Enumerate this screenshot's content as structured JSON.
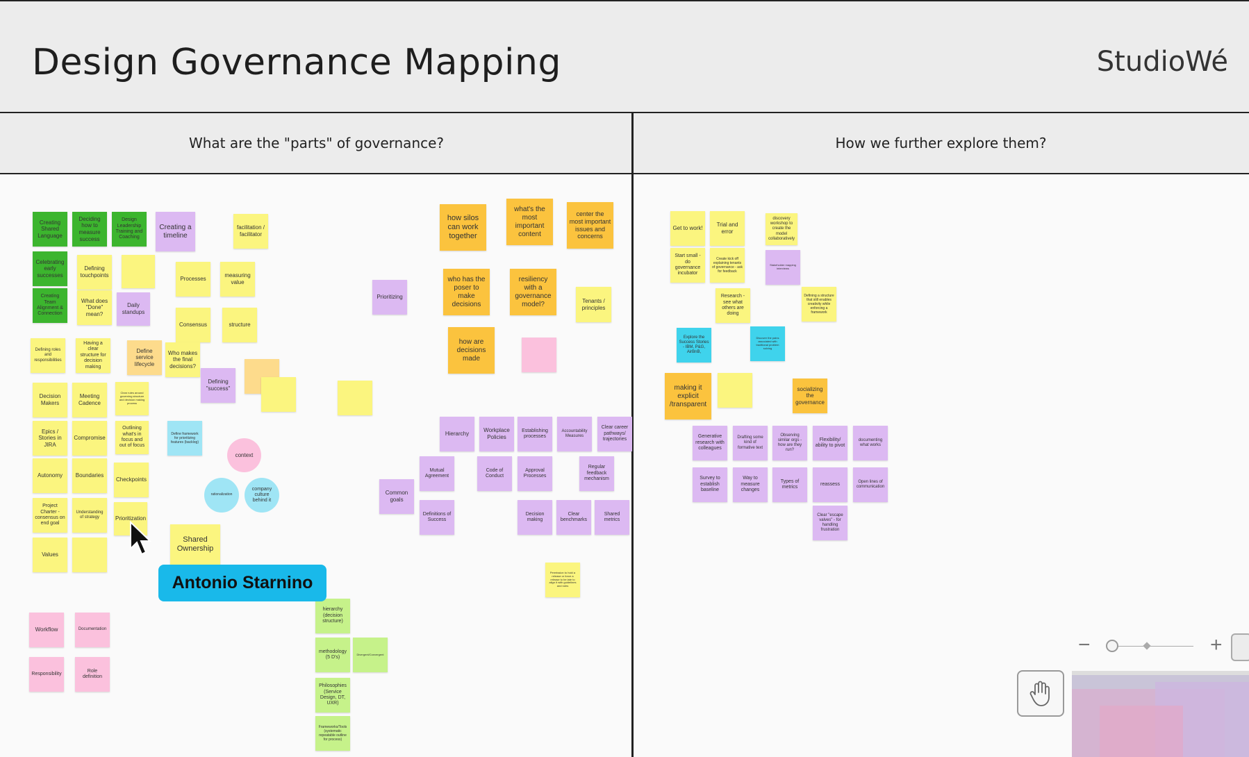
{
  "header": {
    "title": "Design Governance Mapping",
    "logo": "StudioWé"
  },
  "columns": [
    {
      "title": "What are the \"parts\" of governance?"
    },
    {
      "title": "How we further explore them?"
    }
  ],
  "colors": {
    "green": "#3cb52e",
    "yellow": "#fbf57f",
    "purple": "#dcb9f2",
    "orange": "#fbc33e",
    "light_orange": "#fddb8c",
    "pink": "#fbc1dd",
    "cyan": "#3fd3ec",
    "lime": "#c6f28a",
    "light_blue": "#9fe5f5",
    "collaborator": "#19b9ea"
  },
  "notes": [
    {
      "text": "Creating Shared Language",
      "color": "green",
      "size": 8
    },
    {
      "text": "Deciding how to measure success",
      "color": "green",
      "size": 8
    },
    {
      "text": "Design Leadership Training and Coaching",
      "color": "green",
      "size": 7
    },
    {
      "text": "Creating a timeline",
      "color": "purple",
      "size": 10
    },
    {
      "text": "facilitation / facilitator",
      "color": "yellow",
      "size": 8
    },
    {
      "text": "Celebrating early successes",
      "color": "green",
      "size": 8
    },
    {
      "text": "Defining touchpoints",
      "color": "yellow",
      "size": 8
    },
    {
      "text": "",
      "color": "yellow",
      "size": 8
    },
    {
      "text": "Processes",
      "color": "yellow",
      "size": 8
    },
    {
      "text": "measuring value",
      "color": "yellow",
      "size": 8
    },
    {
      "text": "Creating Team Alignment & Connection",
      "color": "green",
      "size": 7
    },
    {
      "text": "What does \"Done\" mean?",
      "color": "yellow",
      "size": 8
    },
    {
      "text": "Daily standups",
      "color": "purple",
      "size": 8
    },
    {
      "text": "Consensus",
      "color": "yellow",
      "size": 8
    },
    {
      "text": "structure",
      "color": "yellow",
      "size": 8
    },
    {
      "text": "Defining roles and responsibilities",
      "color": "yellow",
      "size": 6
    },
    {
      "text": "Having a clear structure for decision making",
      "color": "yellow",
      "size": 7
    },
    {
      "text": "Define service lifecycle",
      "color": "light_orange",
      "size": 8
    },
    {
      "text": "Who makes the final decisions?",
      "color": "yellow",
      "size": 8
    },
    {
      "text": "Defining \"success\"",
      "color": "purple",
      "size": 8
    },
    {
      "text": "",
      "color": "light_orange",
      "size": 8
    },
    {
      "text": "",
      "color": "yellow",
      "size": 8
    },
    {
      "text": "Decision Makers",
      "color": "yellow",
      "size": 8
    },
    {
      "text": "Meeting Cadence",
      "color": "yellow",
      "size": 8
    },
    {
      "text": "Clear rules around governing structure and decision making process",
      "color": "yellow",
      "size": 4
    },
    {
      "text": "Epics / Stories in JIRA",
      "color": "yellow",
      "size": 8
    },
    {
      "text": "Compromise",
      "color": "yellow",
      "size": 8
    },
    {
      "text": "Outlining what's in focus and out of focus",
      "color": "yellow",
      "size": 7
    },
    {
      "text": "Define framework for prioritizing features (backlog)",
      "color": "light_blue",
      "size": 5
    },
    {
      "text": "Autonomy",
      "color": "yellow",
      "size": 8
    },
    {
      "text": "Boundaries",
      "color": "yellow",
      "size": 8
    },
    {
      "text": "Checkpoints",
      "color": "yellow",
      "size": 8
    },
    {
      "text": "Project Charter - consensus on end goal",
      "color": "yellow",
      "size": 7
    },
    {
      "text": "Understanding of strategy",
      "color": "yellow",
      "size": 6
    },
    {
      "text": "Prioritization",
      "color": "yellow",
      "size": 8
    },
    {
      "text": "Shared Ownership",
      "color": "yellow",
      "size": 11
    },
    {
      "text": "Values",
      "color": "yellow",
      "size": 8
    },
    {
      "text": "",
      "color": "yellow",
      "size": 8
    },
    {
      "text": "",
      "color": "yellow",
      "size": 8
    },
    {
      "text": "Prioritizing",
      "color": "purple",
      "size": 8
    },
    {
      "text": "how silos can work together",
      "color": "orange",
      "size": 11
    },
    {
      "text": "what's the most important content",
      "color": "orange",
      "size": 10
    },
    {
      "text": "center the most important issues and concerns",
      "color": "orange",
      "size": 9
    },
    {
      "text": "who has the poser to make decisions",
      "color": "orange",
      "size": 10
    },
    {
      "text": "resiliency with a governance model?",
      "color": "orange",
      "size": 10
    },
    {
      "text": "Tenants / principles",
      "color": "yellow",
      "size": 8
    },
    {
      "text": "how are decisions made",
      "color": "orange",
      "size": 10
    },
    {
      "text": "",
      "color": "pink",
      "size": 8
    },
    {
      "text": "Hierarchy",
      "color": "purple",
      "size": 8
    },
    {
      "text": "Workplace Policies",
      "color": "purple",
      "size": 8
    },
    {
      "text": "Establishing processes",
      "color": "purple",
      "size": 7
    },
    {
      "text": "Accountability Measures",
      "color": "purple",
      "size": 6
    },
    {
      "text": "Clear career pathways/ trajectories",
      "color": "purple",
      "size": 7
    },
    {
      "text": "Mutual Agreement",
      "color": "purple",
      "size": 7
    },
    {
      "text": "Code of Conduct",
      "color": "purple",
      "size": 7
    },
    {
      "text": "Approval Processes",
      "color": "purple",
      "size": 7
    },
    {
      "text": "Regular feedback mechanism",
      "color": "purple",
      "size": 7
    },
    {
      "text": "Common goals",
      "color": "purple",
      "size": 8
    },
    {
      "text": "Definitions of Success",
      "color": "purple",
      "size": 7
    },
    {
      "text": "Decision making",
      "color": "purple",
      "size": 7
    },
    {
      "text": "Clear benchmarks",
      "color": "purple",
      "size": 7
    },
    {
      "text": "Shared metrics",
      "color": "purple",
      "size": 7
    },
    {
      "text": "Permission to hold a release or force a release to be late to align it with guidelines and rules",
      "color": "yellow",
      "size": 4
    },
    {
      "text": "hierarchy (decision structure)",
      "color": "lime",
      "size": 7
    },
    {
      "text": "methodology (5 D's)",
      "color": "lime",
      "size": 7
    },
    {
      "text": "Divergent/Convergent",
      "color": "lime",
      "size": 4
    },
    {
      "text": "Philosophies (Service Design, DT, UXR)",
      "color": "lime",
      "size": 7
    },
    {
      "text": "Frameworks/Tools (systematic repeatable outline for process)",
      "color": "lime",
      "size": 5
    },
    {
      "text": "Workflow",
      "color": "pink",
      "size": 8
    },
    {
      "text": "Documentation",
      "color": "pink",
      "size": 6
    },
    {
      "text": "Responsibility",
      "color": "pink",
      "size": 7
    },
    {
      "text": "Role definition",
      "color": "pink",
      "size": 7
    },
    {
      "text": "Get to work!",
      "color": "yellow",
      "size": 8
    },
    {
      "text": "Trial and error",
      "color": "yellow",
      "size": 8
    },
    {
      "text": "discovery workshop to create the model collaboratively",
      "color": "yellow",
      "size": 6
    },
    {
      "text": "Start small - do governance incubator",
      "color": "yellow",
      "size": 7
    },
    {
      "text": "Create kick off explaining tenants of governance - ask for feedback",
      "color": "yellow",
      "size": 5
    },
    {
      "text": "Stakeholder mapping interviews",
      "color": "purple",
      "size": 4
    },
    {
      "text": "Research - see what others are doing",
      "color": "yellow",
      "size": 7
    },
    {
      "text": "Defining a structure that still enables creativity while enforcing a framework",
      "color": "yellow",
      "size": 5
    },
    {
      "text": "Explore the Success Stories - IBM, P&G, AirBnB,",
      "color": "cyan",
      "size": 6
    },
    {
      "text": "Discover the pains associated with traditional problem solving",
      "color": "cyan",
      "size": 4
    },
    {
      "text": "making it explicit /transparent",
      "color": "orange",
      "size": 10
    },
    {
      "text": "",
      "color": "yellow",
      "size": 8
    },
    {
      "text": "socializing the governance",
      "color": "orange",
      "size": 8
    },
    {
      "text": "Generative research with colleagues",
      "color": "purple",
      "size": 7
    },
    {
      "text": "Drafting some kind of formative text",
      "color": "purple",
      "size": 6
    },
    {
      "text": "Observing similar orgs - how are they run?",
      "color": "purple",
      "size": 6
    },
    {
      "text": "Flexibility/ ability to pivot",
      "color": "purple",
      "size": 7
    },
    {
      "text": "documenting what works",
      "color": "purple",
      "size": 6
    },
    {
      "text": "Survey to establish baseline",
      "color": "purple",
      "size": 7
    },
    {
      "text": "Way to measure changes",
      "color": "purple",
      "size": 7
    },
    {
      "text": "Types of metrics",
      "color": "purple",
      "size": 7
    },
    {
      "text": "reassess",
      "color": "purple",
      "size": 7
    },
    {
      "text": "Open lines of communication",
      "color": "purple",
      "size": 6
    },
    {
      "text": "Clear \"escape valves\" - for handling frustration",
      "color": "purple",
      "size": 6
    }
  ],
  "circles": [
    {
      "text": "context",
      "color": "pink",
      "size": 8
    },
    {
      "text": "rationalization",
      "color": "light_blue",
      "size": 5
    },
    {
      "text": "company culture behind it",
      "color": "light_blue",
      "size": 7
    }
  ],
  "collaborator": {
    "name": "Antonio Starnino"
  },
  "zoom": {
    "minus": "−",
    "plus": "+"
  }
}
